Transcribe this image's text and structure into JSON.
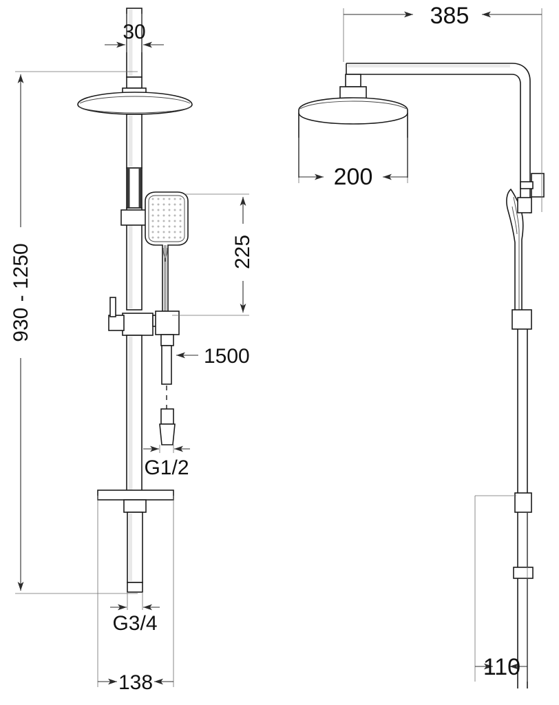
{
  "drawing": {
    "title": "Shower column technical drawing",
    "type": "engineering-dimension-drawing",
    "units": "mm",
    "views": [
      {
        "name": "front-view",
        "position": "left"
      },
      {
        "name": "side-view",
        "position": "right"
      }
    ],
    "stroke_color": "#1a1a1a",
    "dimension_color": "#2b2b2b",
    "background_color": "#ffffff"
  },
  "dimensions": {
    "front": {
      "top_pipe_width": "30",
      "overall_height_range": "930 - 1250",
      "handshower_height": "225",
      "hose_length": "1500",
      "hose_thread": "G1/2",
      "inlet_thread": "G3/4",
      "base_width": "138"
    },
    "side": {
      "arm_projection": "385",
      "head_diameter": "200",
      "wall_offset": "110"
    }
  },
  "labels": [
    {
      "id": "dim-30",
      "text": "30",
      "orientation": "horizontal"
    },
    {
      "id": "dim-930-1250",
      "text": "930 - 1250",
      "orientation": "vertical"
    },
    {
      "id": "dim-225",
      "text": "225",
      "orientation": "vertical"
    },
    {
      "id": "dim-1500",
      "text": "1500",
      "orientation": "horizontal"
    },
    {
      "id": "dim-g12",
      "text": "G1/2",
      "orientation": "horizontal"
    },
    {
      "id": "dim-g34",
      "text": "G3/4",
      "orientation": "horizontal"
    },
    {
      "id": "dim-138",
      "text": "138",
      "orientation": "horizontal"
    },
    {
      "id": "dim-385",
      "text": "385",
      "orientation": "horizontal"
    },
    {
      "id": "dim-200",
      "text": "200",
      "orientation": "horizontal"
    },
    {
      "id": "dim-110",
      "text": "110",
      "orientation": "horizontal"
    }
  ]
}
